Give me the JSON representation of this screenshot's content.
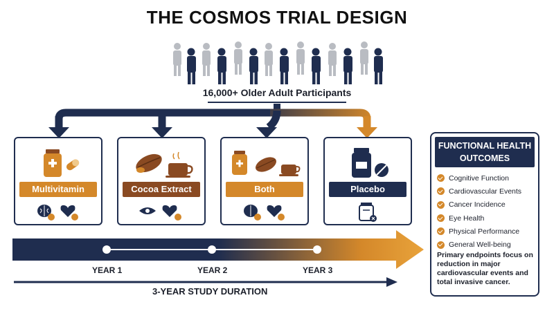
{
  "title": "THE COSMOS TRIAL DESIGN",
  "participants": "16,000+ Older Adult Participants",
  "arms": [
    {
      "label": "Multivitamin",
      "color": "#d4882a"
    },
    {
      "label": "Cocoa Extract",
      "color": "#8a4a22"
    },
    {
      "label": "Both",
      "color": "#d4882a"
    },
    {
      "label": "Placebo",
      "color": "#1f2d4f"
    }
  ],
  "outcomes": {
    "header_line1": "FUNCTIONAL HEALTH",
    "header_line2": "OUTCOMES",
    "items": [
      "Cognitive Function",
      "Cardiovascular Events",
      "Cancer Incidence",
      "Eye Health",
      "Physical Performance",
      "General Well-being"
    ],
    "note": "Primary endpoints focus on reduction in major cardiovascular events and total invasive cancer."
  },
  "timeline": {
    "years": [
      "YEAR 1",
      "YEAR 2",
      "YEAR 3"
    ],
    "duration": "3-YEAR STUDY DURATION"
  },
  "colors": {
    "navy": "#1f2d4f",
    "orange": "#d4882a",
    "brown": "#8a4a22"
  },
  "icons": [
    "crowd-icon",
    "supplement-bottle-icon",
    "pill-icon",
    "cocoa-pod-icon",
    "coffee-cup-icon",
    "brain-icon",
    "heart-icon",
    "check-badge-icon",
    "no-bottle-icon"
  ]
}
